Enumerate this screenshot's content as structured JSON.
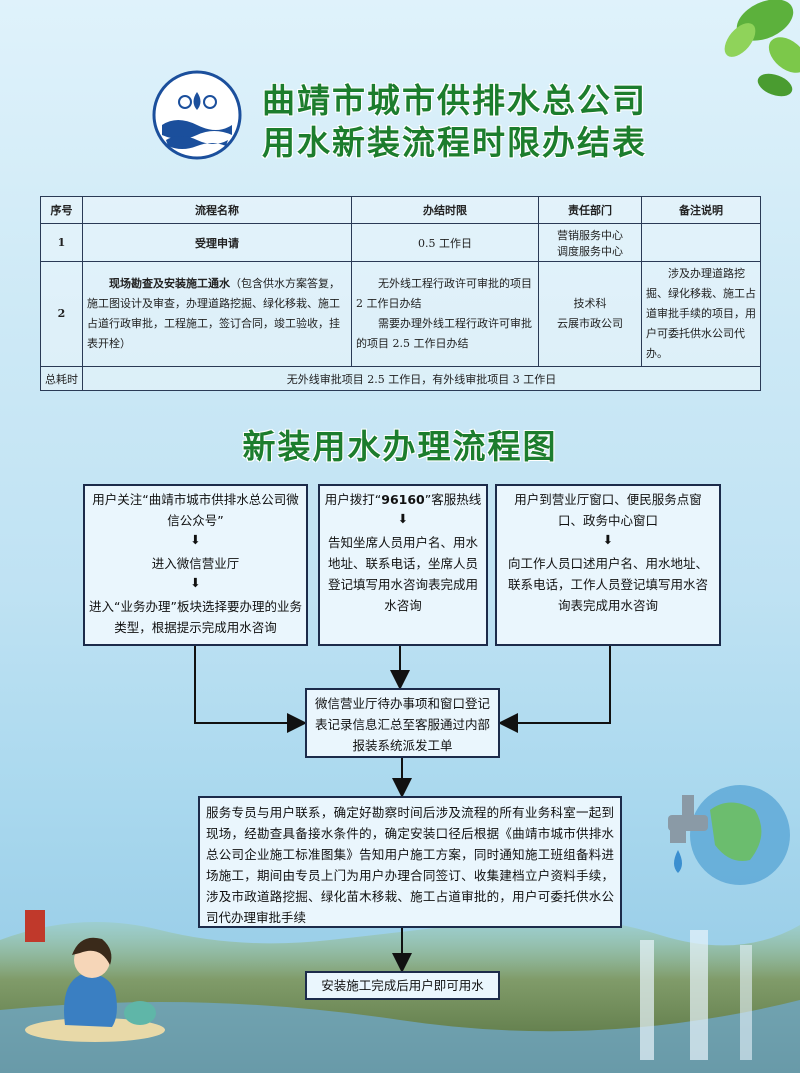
{
  "header": {
    "title_line1": "曲靖市城市供排水总公司",
    "title_line2": "用水新装流程时限办结表"
  },
  "table": {
    "headers": [
      "序号",
      "流程名称",
      "办结时限",
      "责任部门",
      "备注说明"
    ],
    "rows": [
      {
        "num": "1",
        "name": "受理申请",
        "time": "0.5 工作日",
        "dept_line1": "营销服务中心",
        "dept_line2": "调度服务中心",
        "note": ""
      },
      {
        "num": "2",
        "name_bold": "现场勘查及安装施工通水",
        "name_rest": "（包含供水方案答复，施工图设计及审查，办理道路挖掘、绿化移栽、施工占道行政审批，工程施工，签订合同，竣工验收，挂表开栓）",
        "time_line1": "无外线工程行政许可审批的项目 2 工作日办结",
        "time_line2": "需要办理外线工程行政许可审批的项目 2.5 工作日办结",
        "dept_line1": "技术科",
        "dept_line2": "云展市政公司",
        "note": "涉及办理道路挖掘、绿化移栽、施工占道审批手续的项目，用户可委托供水公司代办。"
      }
    ],
    "total_label": "总耗时",
    "total_value": "无外线审批项目 2.5 工作日，有外线审批项目 3 工作日"
  },
  "flow": {
    "title": "新装用水办理流程图",
    "box1_line1": "用户关注“曲靖市城市供排水总公司微信公众号”",
    "box1_line2": "进入微信营业厅",
    "box1_line3": "进入“业务办理”板块选择要办理的业务类型，根据提示完成用水咨询",
    "box2_line1_pre": "用户拨打“",
    "box2_line1_num": "96160",
    "box2_line1_post": "”客服热线",
    "box2_line2": "告知坐席人员用户名、用水地址、联系电话，坐席人员登记填写用水咨询表完成用水咨询",
    "box3_line1": "用户到营业厅窗口、便民服务点窗口、政务中心窗口",
    "box3_line2": "向工作人员口述用户名、用水地址、联系电话，工作人员登记填写用水咨询表完成用水咨询",
    "box4": "微信营业厅待办事项和窗口登记表记录信息汇总至客服通过内部报装系统派发工单",
    "box5": "服务专员与用户联系，确定好勘察时间后涉及流程的所有业务科室一起到现场，经勘查具备接水条件的，确定安装口径后根据《曲靖市城市供排水总公司企业施工标准图集》告知用户施工方案，同时通知施工班组备料进场施工，期间由专员上门为用户办理合同签订、收集建档立户资料手续，涉及市政道路挖掘、绿化苗木移栽、施工占道审批的，用户可委托供水公司代办理审批手续",
    "box6": "安装施工完成后用户即可用水"
  },
  "colors": {
    "title_green": "#1c7d2d",
    "box_fill": "#eaf6fd",
    "box_border": "#1c2b4a"
  },
  "icons": [
    "company-logo",
    "leaves-decoration",
    "water-globe-faucet",
    "scenery-decoration",
    "cartoon-character"
  ]
}
